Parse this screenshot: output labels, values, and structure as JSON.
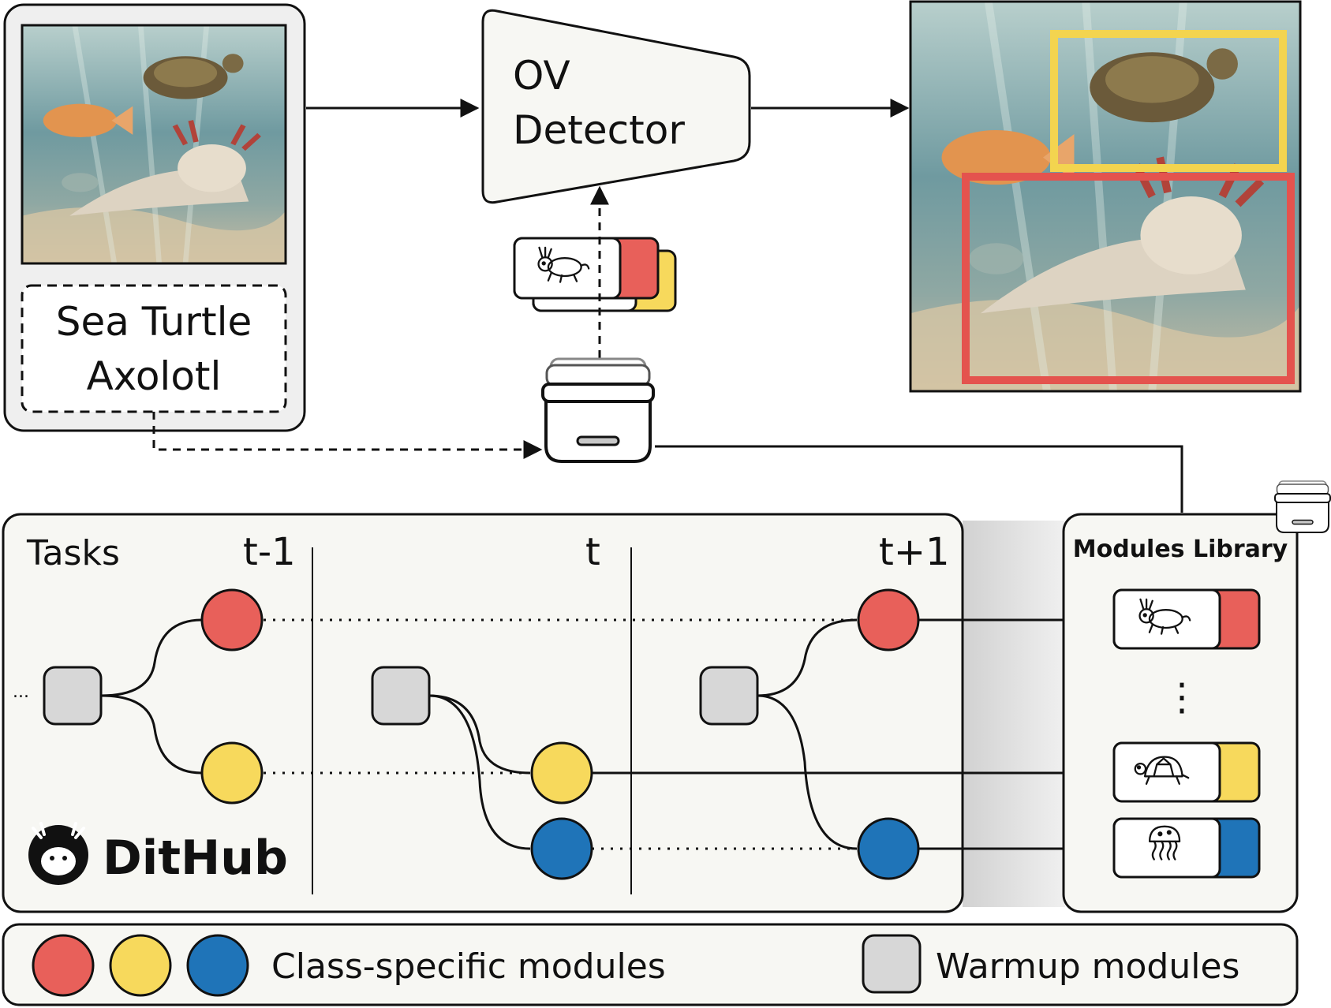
{
  "input": {
    "classes": [
      "Sea Turtle",
      "Axolotl"
    ]
  },
  "detector": {
    "line1": "OV",
    "line2": "Detector"
  },
  "tasks": {
    "title": "Tasks",
    "ellipsis": "...",
    "columns": [
      "t-1",
      "t",
      "t+1"
    ]
  },
  "brand": {
    "name": "DitHub"
  },
  "library": {
    "title": "Modules Library",
    "entries": [
      {
        "icon": "axolotl-icon",
        "color": "#e8605a"
      },
      {
        "icon": "turtle-icon",
        "color": "#f7d95c"
      },
      {
        "icon": "jellyfish-icon",
        "color": "#1f74b8"
      }
    ],
    "ellipsis": "⋮"
  },
  "legend": {
    "class_specific": "Class-specific modules",
    "warmup": "Warmup modules"
  },
  "colors": {
    "red": "#e8605a",
    "yellow": "#f7d95c",
    "blue": "#1f74b8",
    "gray": "#d7d7d7",
    "panel": "#f7f7f3",
    "box_red": "#e4534e",
    "box_yellow": "#f3d44f"
  }
}
